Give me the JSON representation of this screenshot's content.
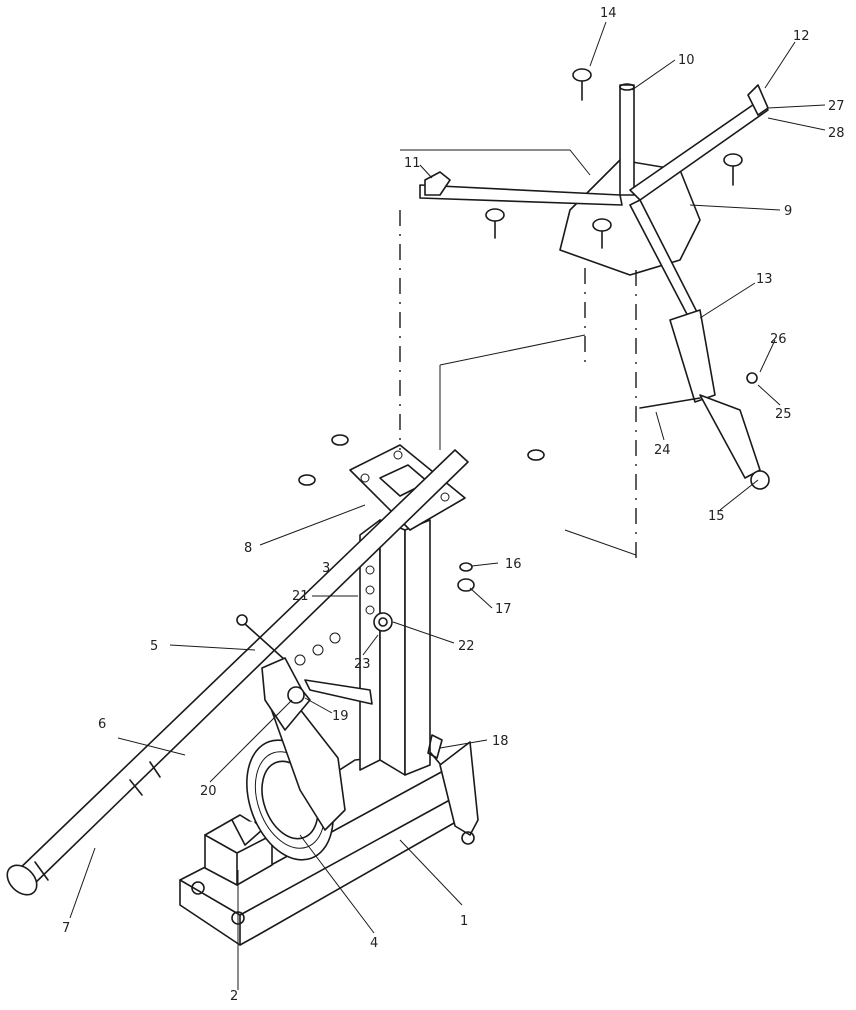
{
  "diagram": {
    "callouts": [
      {
        "id": "c1",
        "text": "1"
      },
      {
        "id": "c2",
        "text": "2"
      },
      {
        "id": "c3",
        "text": "3"
      },
      {
        "id": "c4",
        "text": "4"
      },
      {
        "id": "c5",
        "text": "5"
      },
      {
        "id": "c6",
        "text": "6"
      },
      {
        "id": "c7",
        "text": "7"
      },
      {
        "id": "c8",
        "text": "8"
      },
      {
        "id": "c9",
        "text": "9"
      },
      {
        "id": "c10",
        "text": "10"
      },
      {
        "id": "c11",
        "text": "11"
      },
      {
        "id": "c12",
        "text": "12"
      },
      {
        "id": "c13",
        "text": "13"
      },
      {
        "id": "c14",
        "text": "14"
      },
      {
        "id": "c15",
        "text": "15"
      },
      {
        "id": "c16",
        "text": "16"
      },
      {
        "id": "c17",
        "text": "17"
      },
      {
        "id": "c18",
        "text": "18"
      },
      {
        "id": "c19",
        "text": "19"
      },
      {
        "id": "c20",
        "text": "20"
      },
      {
        "id": "c21",
        "text": "21"
      },
      {
        "id": "c22",
        "text": "22"
      },
      {
        "id": "c23",
        "text": "23"
      },
      {
        "id": "c24",
        "text": "24"
      },
      {
        "id": "c25",
        "text": "25"
      },
      {
        "id": "c26",
        "text": "26"
      },
      {
        "id": "c27",
        "text": "27"
      },
      {
        "id": "c28",
        "text": "28"
      }
    ]
  }
}
